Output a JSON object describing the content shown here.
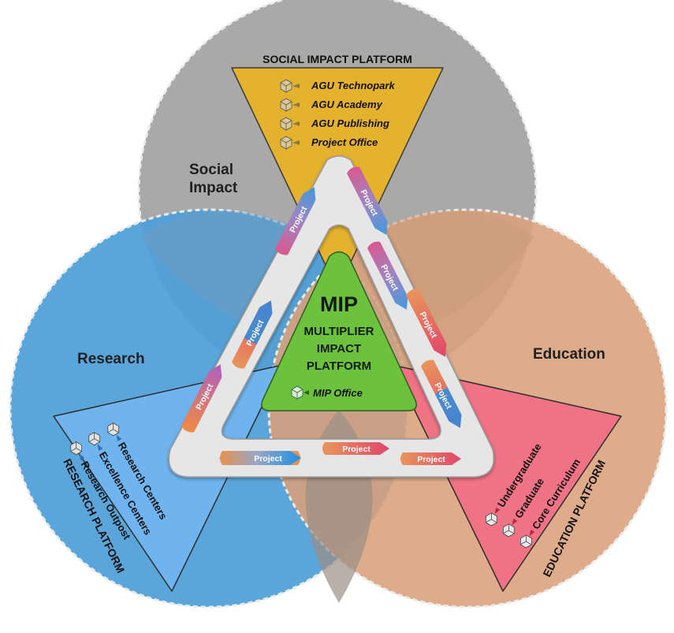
{
  "circles": {
    "social": {
      "label_line1": "Social",
      "label_line2": "Impact",
      "color": "#a9a9a9"
    },
    "research": {
      "label": "Research",
      "color": "#4d9fd8"
    },
    "education": {
      "label": "Education",
      "color": "#d9a07a"
    }
  },
  "platforms": {
    "social": {
      "title": "SOCIAL IMPACT PLATFORM",
      "color": "#e5b22e",
      "items": [
        "AGU Technopark",
        "AGU Academy",
        "AGU Publishing",
        "Project Office"
      ]
    },
    "research": {
      "title": "RESEARCH PLATFORM",
      "color": "#6fb4ee",
      "items": [
        "Research Centers",
        "Excellence Centers",
        "Research Outpost"
      ]
    },
    "education": {
      "title": "EDUCATION PLATFORM",
      "color": "#ef7384",
      "items": [
        "Undergraduate",
        "Graduate",
        "Core Curriculum"
      ]
    }
  },
  "mip": {
    "title": "MIP",
    "subtitle_lines": [
      "MULTIPLIER",
      "IMPACT",
      "PLATFORM"
    ],
    "office": "MIP Office",
    "color": "#6cc23c"
  },
  "project_label": "Project",
  "icon_names": [
    "cube-icon",
    "arrow-icon"
  ]
}
